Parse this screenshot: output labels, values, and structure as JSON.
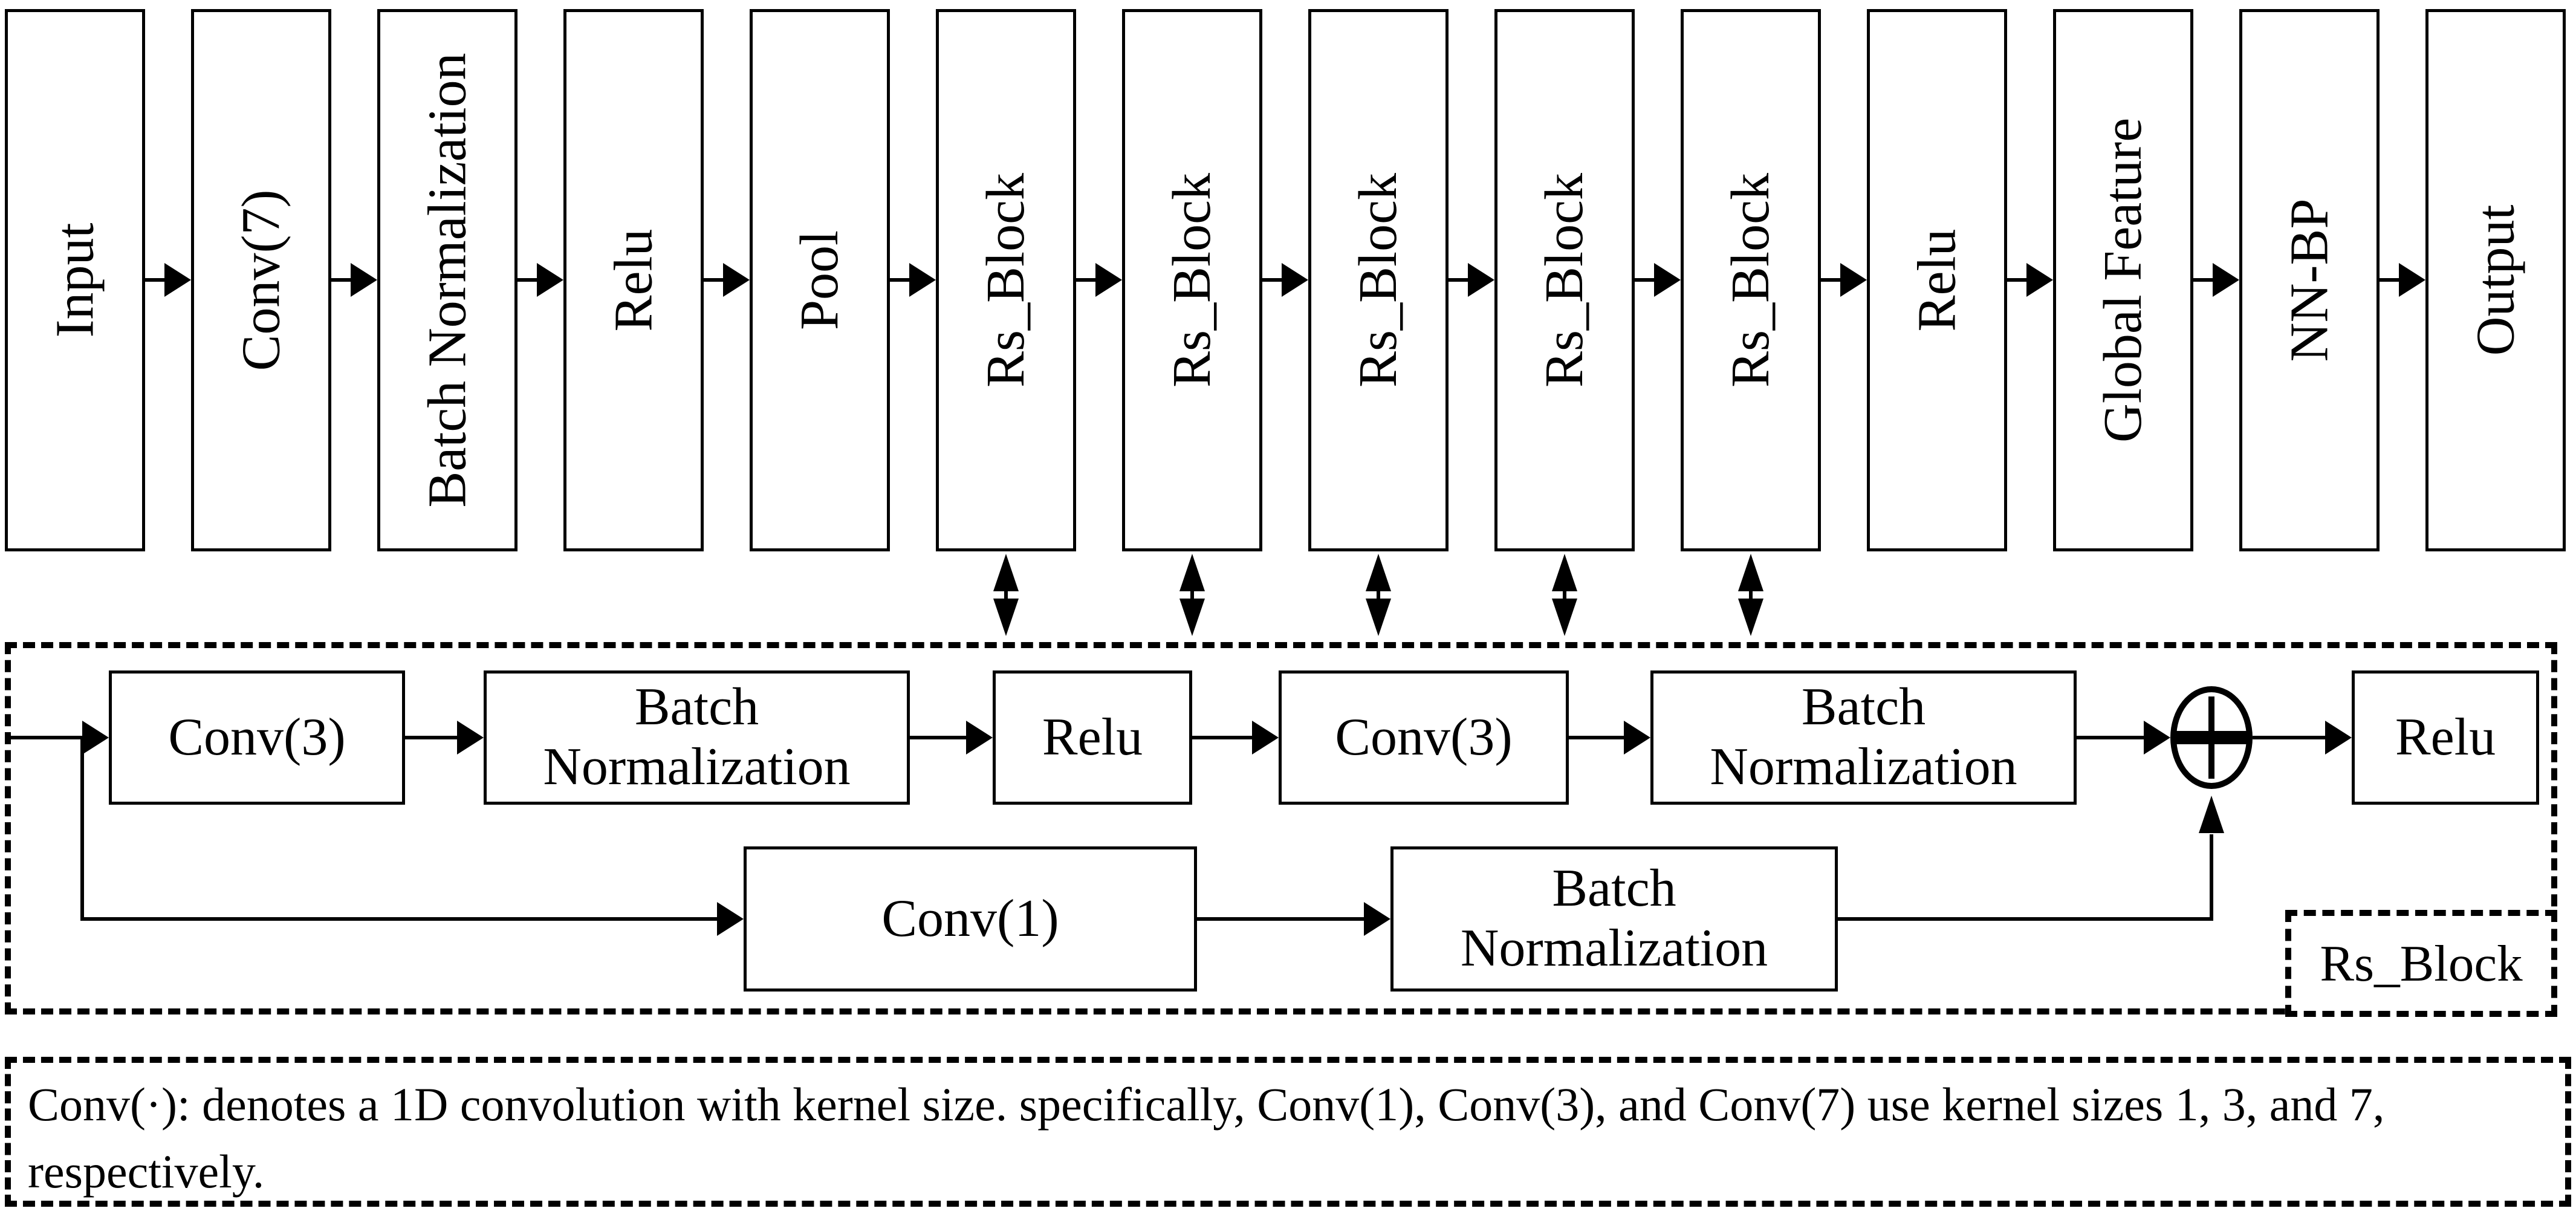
{
  "diagram": {
    "colors": {
      "stroke": "#000000",
      "background": "#ffffff"
    },
    "icons": {
      "flow": "right-arrow",
      "rs_block_link": "vertical-double-arrow",
      "sum_node": "circled-plus"
    },
    "top_row": {
      "boxes": [
        {
          "label": "Input"
        },
        {
          "label": "Conv(7)"
        },
        {
          "label": "Batch Normalization"
        },
        {
          "label": "Relu"
        },
        {
          "label": "Pool"
        },
        {
          "label": "Rs_Block"
        },
        {
          "label": "Rs_Block"
        },
        {
          "label": "Rs_Block"
        },
        {
          "label": "Rs_Block"
        },
        {
          "label": "Rs_Block"
        },
        {
          "label": "Relu"
        },
        {
          "label": "Global Feature"
        },
        {
          "label": "NN-BP"
        },
        {
          "label": "Output"
        }
      ],
      "expanded_indices": [
        5,
        6,
        7,
        8,
        9
      ]
    },
    "rs_block_detail": {
      "label": "Rs_Block",
      "row1": [
        {
          "label": "Conv(3)"
        },
        {
          "label": "Batch Normalization",
          "line1": "Batch",
          "line2": "Normalization"
        },
        {
          "label": "Relu"
        },
        {
          "label": "Conv(3)"
        },
        {
          "label": "Batch Normalization",
          "line1": "Batch",
          "line2": "Normalization"
        }
      ],
      "after_sum": {
        "label": "Relu"
      },
      "row2": [
        {
          "label": "Conv(1)"
        },
        {
          "label": "Batch Normalization",
          "line1": "Batch",
          "line2": "Normalization"
        }
      ]
    },
    "caption": {
      "line1": "Conv(·): denotes a 1D convolution with kernel size. specifically, Conv(1), Conv(3), and Conv(7) use kernel sizes 1, 3, and 7,",
      "line2": "respectively."
    }
  }
}
